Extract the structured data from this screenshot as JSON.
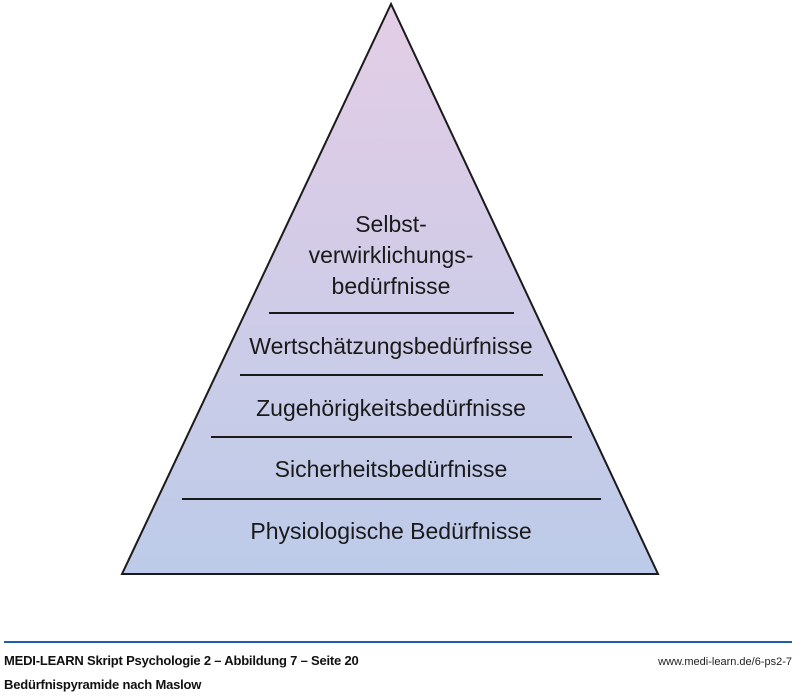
{
  "diagram": {
    "title": "Bedürfnispyramide nach Maslow",
    "levels": [
      {
        "lines": [
          "Selbst-",
          "verwirklichungs-",
          "bedürfnisse"
        ]
      },
      {
        "lines": [
          "Wertschätzungsbedürfnisse"
        ]
      },
      {
        "lines": [
          "Zugehörigkeitsbedürfnisse"
        ]
      },
      {
        "lines": [
          "Sicherheitsbedürfnisse"
        ]
      },
      {
        "lines": [
          "Physiologische Bedürfnisse"
        ]
      }
    ],
    "colors": {
      "top": "#e4cde6",
      "bottom": "#bccbe9",
      "stroke": "#1a1a1a"
    }
  },
  "footer": {
    "source": "MEDI-LEARN Skript Psychologie 2 – Abbildung 7 – Seite 20",
    "caption": "Bedürfnispyramide nach Maslow",
    "url": "www.medi-learn.de/6-ps2-7",
    "rule_color": "#1f5bb0"
  }
}
